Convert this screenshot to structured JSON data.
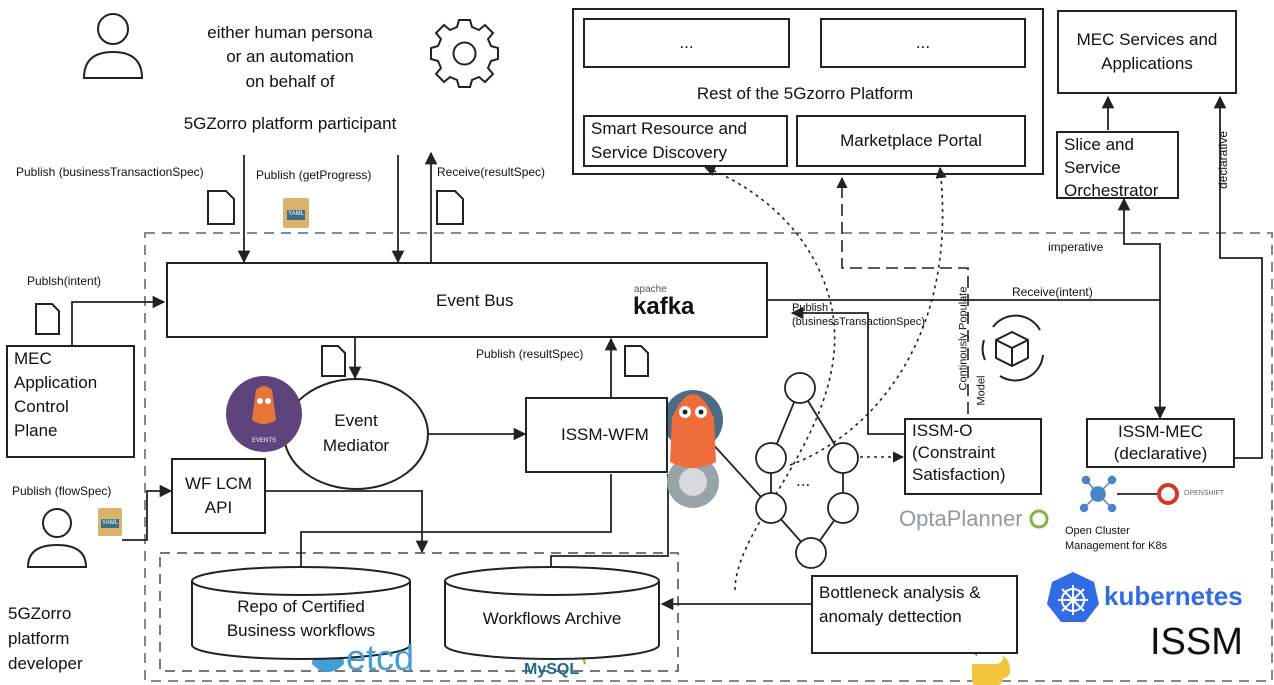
{
  "persona": {
    "line1": "either human persona",
    "line2": "or an automation",
    "line3": "on behalf of",
    "line4": "5GZorro platform participant"
  },
  "platform": {
    "box1": "...",
    "box2": "...",
    "title": "Rest of the 5Gzorro Platform",
    "smart_resource_l1": "Smart Resource and",
    "smart_resource_l2": "Service Discovery",
    "marketplace": "Marketplace Portal"
  },
  "mec_services": {
    "l1": "MEC Services and",
    "l2": "Applications"
  },
  "slice_orchestrator": {
    "l1": "Slice and",
    "l2": "Service",
    "l3": "Orchestrator"
  },
  "labels": {
    "publish_bts": "Publish (businessTransactionSpec)",
    "publish_progress": "Publish (getProgress)",
    "receive_result": "Receive(resultSpec)",
    "publish_intent": "Publsh(intent)",
    "publish_result": "Publish (resultSpec)",
    "publish_bts2_l1": "Publish",
    "publish_bts2_l2": "(businessTransactionSpec)",
    "receive_intent": "Receive(intent)",
    "imperative": "imperative",
    "declarative": "declarative",
    "continuously": "Continously Populate",
    "model": "Model",
    "publish_flow": "Publish (flowSpec)"
  },
  "event_bus": {
    "label": "Event Bus",
    "kafka_prefix": "apache",
    "kafka": "kafka"
  },
  "mec_acp": {
    "l1": "MEC",
    "l2": "Application",
    "l3": "Control",
    "l4": "Plane"
  },
  "event_mediator": {
    "l1": "Event",
    "l2": "Mediator",
    "badge": "EVENTS"
  },
  "issm_wfm": {
    "label": "ISSM-WFM"
  },
  "wf_lcm": {
    "l1": "WF LCM",
    "l2": "API"
  },
  "issm_o": {
    "l1": "ISSM-O",
    "l2": "(Constraint",
    "l3": "Satisfaction)"
  },
  "optaplanner": "OptaPlanner",
  "issm_mec": {
    "l1": "ISSM-MEC",
    "l2": "(declarative)"
  },
  "ocm": {
    "l1": "Open Cluster",
    "l2": "Management for K8s",
    "redhat": "OPENSHIFT"
  },
  "repo": {
    "l1": "Repo of Certified",
    "l2": "Business workflows"
  },
  "archive": {
    "label": "Workflows Archive"
  },
  "bottleneck": {
    "l1": "Bottleneck analysis &",
    "l2": "anomaly dettection"
  },
  "developer": {
    "l1": "5GZorro",
    "l2": "platform",
    "l3": "developer"
  },
  "dag_ellipsis": "...",
  "etcd": "etcd",
  "mysql": "MySQL",
  "kubernetes": "kubernetes",
  "issm": "ISSM",
  "yaml": "YAML"
}
